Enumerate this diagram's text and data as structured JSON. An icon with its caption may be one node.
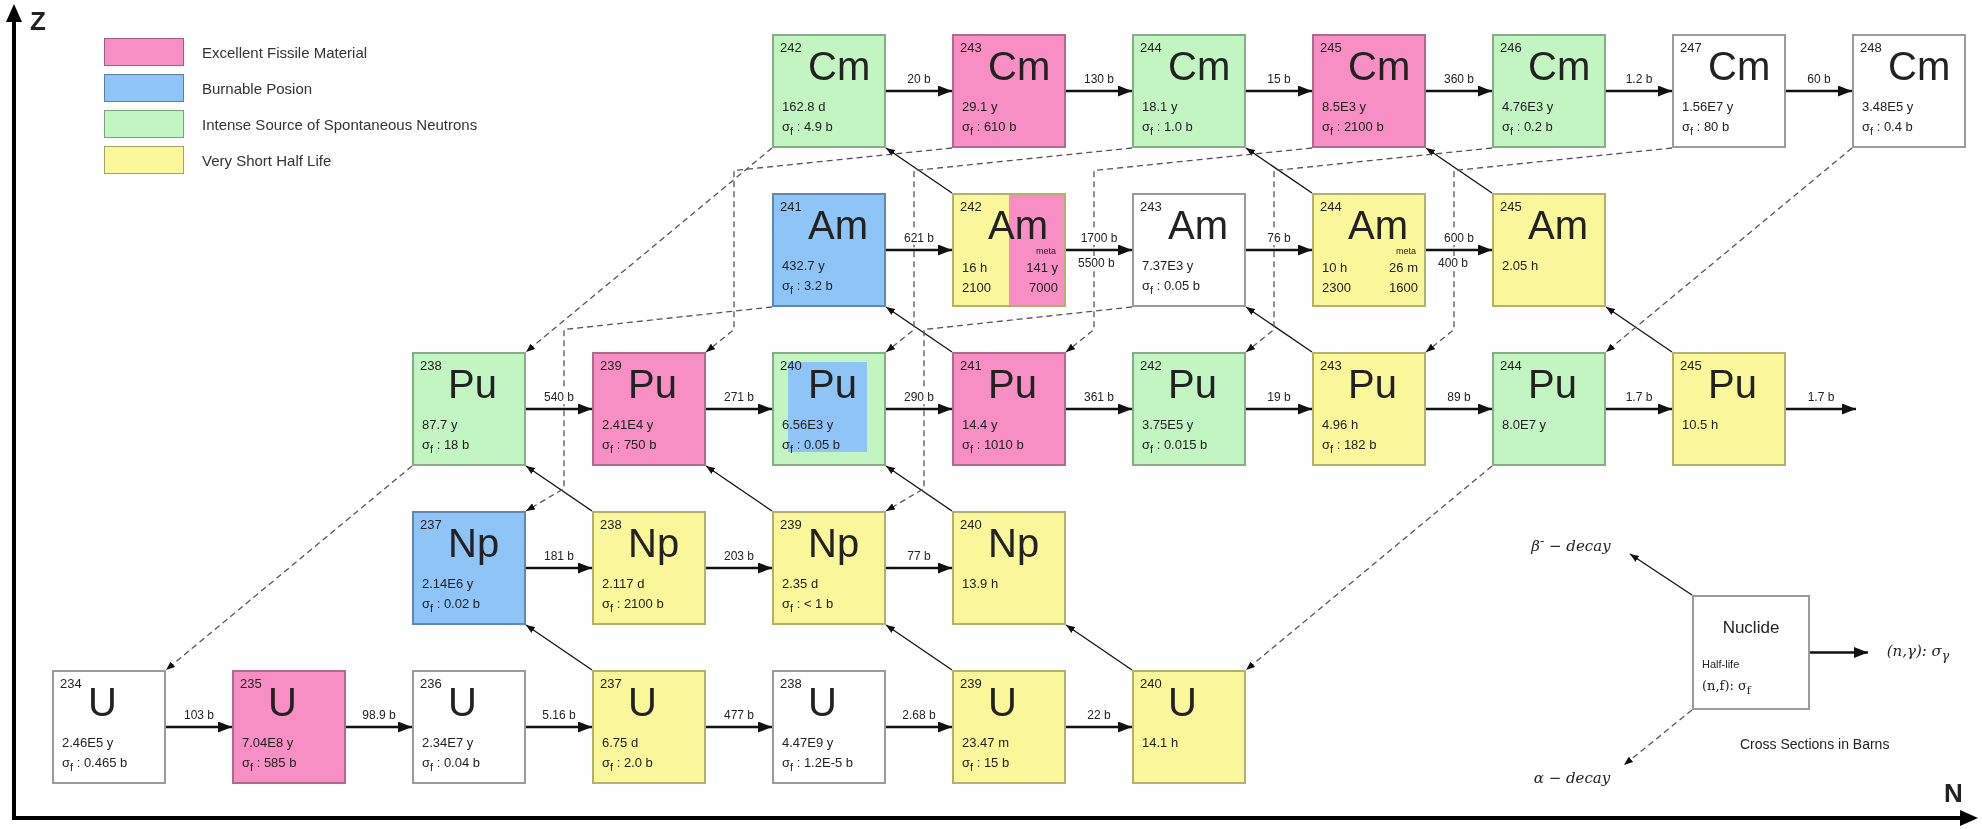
{
  "diagram": {
    "nodes": [
      {
        "text": [
          "242",
          "Cm",
          "162.8 d",
          "σ$_{f}$ : 4.9 b"
        ]
      },
      {
        "text": [
          "243",
          "Cm",
          "29.1 y",
          "σ$_{f}$ : 610 b"
        ]
      },
      {
        "text": [
          "244",
          "Cm",
          "18.1 y",
          "σ$_{f}$ : 1.0 b"
        ]
      },
      {
        "text": [
          "245",
          "Cm",
          "8.5E3 y",
          "σ$_{f}$ : 2100 b"
        ]
      },
      {
        "text": [
          "246",
          "Cm",
          "4.76E3 y",
          "σ$_{f}$ : 0.2 b"
        ]
      },
      {
        "text": [
          "247",
          "Cm",
          "1.56E7 y",
          "σ$_{f}$ : 80 b"
        ]
      },
      {
        "text": [
          "248",
          "Cm",
          "3.48E5 y",
          "σ$_{f}$ : 0.4 b"
        ]
      },
      {
        "text": [
          "241",
          "Am",
          "432.7 y",
          "σ$_{f}$ : 3.2 b"
        ]
      },
      {
        "text": [
          "242",
          "Am",
          "meta",
          "16 h",
          "141 y",
          "2100",
          "7000"
        ]
      },
      {
        "text": [
          "243",
          "Am",
          "7.37E3 y",
          "σ$_{f}$ : 0.05 b"
        ]
      },
      {
        "text": [
          "244",
          "Am",
          "meta",
          "10 h",
          "26 m",
          "2300",
          "1600"
        ]
      },
      {
        "text": [
          "245",
          "Am",
          "2.05 h"
        ]
      },
      {
        "text": [
          "238",
          "Pu",
          "87.7 y",
          "σ$_{f}$ : 18 b"
        ]
      },
      {
        "text": [
          "239",
          "Pu",
          "2.41E4 y",
          "σ$_{f}$ : 750 b"
        ]
      },
      {
        "text": [
          "240",
          "Pu",
          "6.56E3 y",
          "σ$_{f}$ : 0.05 b"
        ]
      },
      {
        "text": [
          "241",
          "Pu",
          "14.4 y",
          "σ$_{f}$ : 1010 b"
        ]
      },
      {
        "text": [
          "242",
          "Pu",
          "3.75E5 y",
          "σ$_{f}$ : 0.015 b"
        ]
      },
      {
        "text": [
          "243",
          "Pu",
          "4.96 h",
          "σ$_{f}$ : 182 b"
        ]
      },
      {
        "text": [
          "244",
          "Pu",
          "8.0E7 y"
        ]
      },
      {
        "text": [
          "245",
          "Pu",
          "10.5 h"
        ]
      },
      {
        "text": [
          "237",
          "Np",
          "2.14E6 y",
          "σ$_{f}$ : 0.02 b"
        ]
      },
      {
        "text": [
          "238",
          "Np",
          "2.117 d",
          "σ$_{f}$ : 2100 b"
        ]
      },
      {
        "text": [
          "239",
          "Np",
          "2.35 d",
          "σ$_{f}$ : < 1 b"
        ]
      },
      {
        "text": [
          "240",
          "Np",
          "13.9 h"
        ]
      },
      {
        "text": [
          "234",
          "U",
          "2.46E5 y",
          "σ$_{f}$ : 0.465 b"
        ]
      },
      {
        "text": [
          "235",
          "U",
          "7.04E8 y",
          "σ$_{f}$ : 585 b"
        ]
      },
      {
        "text": [
          "236",
          "U",
          "2.34E7 y",
          "σ$_{f}$ : 0.04 b"
        ]
      },
      {
        "text": [
          "237",
          "U",
          "6.75 d",
          "σ$_{f}$ : 2.0 b"
        ]
      },
      {
        "text": [
          "238",
          "U",
          "4.47E9 y",
          "σ$_{f}$ : 1.2E-5 b"
        ]
      },
      {
        "text": [
          "239",
          "U",
          "23.47 m",
          "σ$_{f}$ : 15 b"
        ]
      },
      {
        "text": [
          "240",
          "U",
          "14.1 h"
        ]
      },
      {
        "text": [
          "β$^{-}$ − decay"
        ]
      },
      {
        "text": [
          "Nuclide",
          "Half-life",
          "(n,f): σ$_{f}$"
        ]
      },
      {
        "text": [
          "(n,γ): σ$_{γ}$"
        ]
      },
      {
        "text": [
          "α − decay"
        ]
      }
    ],
    "edges": [
      {
        "from": 0,
        "to": 1,
        "arrow": "to",
        "label": "20 b"
      },
      {
        "from": 1,
        "to": 2,
        "arrow": "to",
        "label": "130 b"
      },
      {
        "from": 2,
        "to": 3,
        "arrow": "to",
        "label": "15 b"
      },
      {
        "from": 3,
        "to": 4,
        "arrow": "to",
        "label": "360 b"
      },
      {
        "from": 4,
        "to": 5,
        "arrow": "to",
        "label": "1.2 b"
      },
      {
        "from": 5,
        "to": 6,
        "arrow": "to",
        "label": "60 b"
      },
      {
        "from": 7,
        "to": 8,
        "arrow": "to",
        "label": "621 b"
      },
      {
        "from": 8,
        "to": 9,
        "arrow": "to",
        "label": "1700 b"
      },
      {
        "from": 9,
        "to": 10,
        "arrow": "to",
        "label": "76 b"
      },
      {
        "from": 10,
        "to": 11,
        "arrow": "to",
        "label": "600 b"
      },
      {
        "from": 12,
        "to": 13,
        "arrow": "to",
        "label": "540 b"
      },
      {
        "from": 13,
        "to": 14,
        "arrow": "to",
        "label": "271 b"
      },
      {
        "from": 14,
        "to": 15,
        "arrow": "to",
        "label": "290 b"
      },
      {
        "from": 15,
        "to": 16,
        "arrow": "to",
        "label": "361 b"
      },
      {
        "from": 16,
        "to": 17,
        "arrow": "to",
        "label": "19 b"
      },
      {
        "from": 17,
        "to": 18,
        "arrow": "to",
        "label": "89 b"
      },
      {
        "from": 18,
        "to": 19,
        "arrow": "to",
        "label": "1.7 b"
      },
      {
        "from": 19,
        "to": null,
        "arrow": "to",
        "label": "1.7 b"
      },
      {
        "from": 20,
        "to": 21,
        "arrow": "to",
        "label": "181 b"
      },
      {
        "from": 21,
        "to": 22,
        "arrow": "to",
        "label": "203 b"
      },
      {
        "from": 22,
        "to": 23,
        "arrow": "to",
        "label": "77 b"
      },
      {
        "from": 24,
        "to": 25,
        "arrow": "to",
        "label": "103 b"
      },
      {
        "from": 25,
        "to": 26,
        "arrow": "to",
        "label": "98.9 b"
      },
      {
        "from": 26,
        "to": 27,
        "arrow": "to",
        "label": "5.16 b"
      },
      {
        "from": 27,
        "to": 28,
        "arrow": "to",
        "label": "477 b"
      },
      {
        "from": 28,
        "to": 29,
        "arrow": "to",
        "label": "2.68 b"
      },
      {
        "from": 29,
        "to": 30,
        "arrow": "to",
        "label": "22 b"
      },
      {
        "from": 27,
        "to": 20,
        "arrow": "to"
      },
      {
        "from": 29,
        "to": 22,
        "arrow": "to"
      },
      {
        "from": 30,
        "to": 23,
        "arrow": "to"
      },
      {
        "from": 21,
        "to": 12,
        "arrow": "to"
      },
      {
        "from": 22,
        "to": 13,
        "arrow": "to"
      },
      {
        "from": 23,
        "to": 14,
        "arrow": "to"
      },
      {
        "from": 15,
        "to": 7,
        "arrow": "to"
      },
      {
        "from": 17,
        "to": 9,
        "arrow": "to"
      },
      {
        "from": 19,
        "to": 11,
        "arrow": "to"
      },
      {
        "from": 8,
        "to": 0,
        "arrow": "to"
      },
      {
        "from": 10,
        "to": 2,
        "arrow": "to"
      },
      {
        "from": 11,
        "to": 3,
        "arrow": "to"
      },
      {
        "from": 12,
        "to": 24,
        "arrow": "to",
        "style": "dashed"
      },
      {
        "from": 0,
        "to": 12,
        "arrow": "to",
        "style": "dashed"
      },
      {
        "from": 1,
        "to": 13,
        "arrow": "to",
        "style": "dashed"
      },
      {
        "from": 2,
        "to": 14,
        "arrow": "to",
        "style": "dashed"
      },
      {
        "from": 3,
        "to": 15,
        "arrow": "to",
        "style": "dashed"
      },
      {
        "from": 4,
        "to": 16,
        "arrow": "to",
        "style": "dashed"
      },
      {
        "from": 5,
        "to": 17,
        "arrow": "to",
        "style": "dashed"
      },
      {
        "from": 6,
        "to": 18,
        "arrow": "to",
        "style": "dashed"
      },
      {
        "from": 7,
        "to": 20,
        "arrow": "to",
        "style": "dashed"
      },
      {
        "from": 9,
        "to": 22,
        "arrow": "to",
        "style": "dashed"
      },
      {
        "from": 18,
        "to": 30,
        "arrow": "to",
        "style": "dashed"
      },
      {
        "from": 32,
        "to": 33,
        "arrow": "to"
      },
      {
        "from": 32,
        "to": 31,
        "arrow": "to"
      },
      {
        "from": 32,
        "to": 34,
        "arrow": "to",
        "style": "dashed"
      }
    ],
    "labels": [
      "Z",
      "5500 b",
      "400 b",
      "Cross Sections in Barns",
      "N"
    ],
    "legend": [
      {
        "text": "Excellent Fissile Material",
        "color": "#f78fc4"
      },
      {
        "text": "Burnable Posion",
        "color": "#8fc4f7"
      },
      {
        "text": "Intense Source of Spontaneous Neutrons",
        "color": "#c2f5c2"
      },
      {
        "text": "Very Short Half Life",
        "color": "#f9f79a"
      }
    ]
  }
}
